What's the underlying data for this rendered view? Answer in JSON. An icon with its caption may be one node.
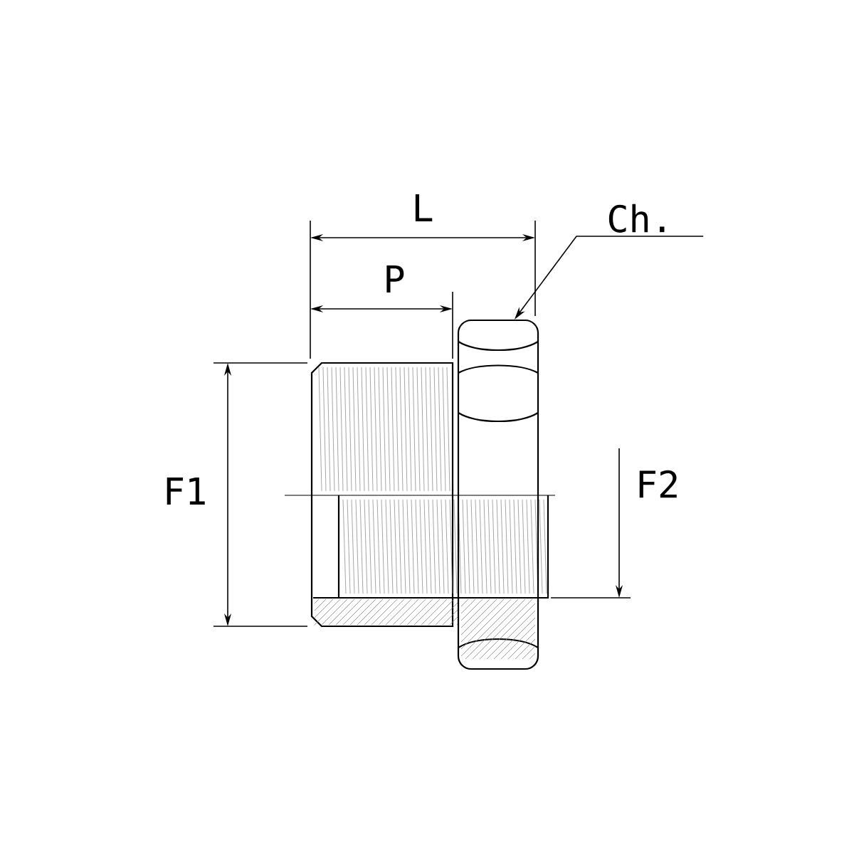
{
  "diagram": {
    "nodes": [
      {
        "text": [
          "Ch."
        ]
      },
      {
        "text": [],
        "shape": "picture"
      }
    ],
    "edges": [
      {
        "from": 0,
        "to": 1,
        "arrow": "to"
      }
    ],
    "labels": [
      "L",
      "P",
      "F1",
      "F2"
    ]
  }
}
